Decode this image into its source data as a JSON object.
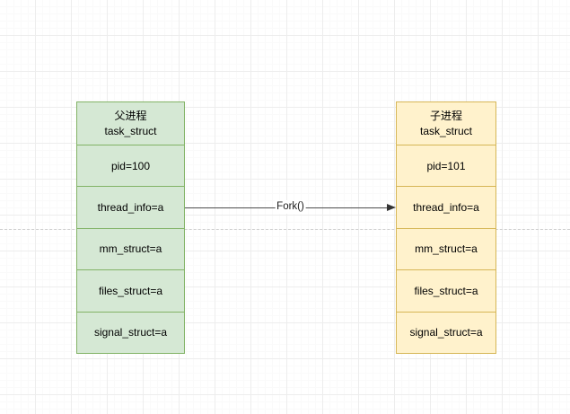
{
  "diagram": {
    "type": "process-fork-diagram",
    "background": {
      "grid_minor_color": "#fafafa",
      "grid_major_color": "#ededed",
      "guide_color": "#cfcfcf"
    },
    "parent_box": {
      "fill": "#d5e8d4",
      "stroke": "#82b366",
      "header": {
        "title_cn": "父进程",
        "title_en": "task_struct"
      },
      "rows": [
        {
          "label": "pid=100"
        },
        {
          "label": "thread_info=a"
        },
        {
          "label": "mm_struct=a"
        },
        {
          "label": "files_struct=a"
        },
        {
          "label": "signal_struct=a"
        }
      ]
    },
    "child_box": {
      "fill": "#fff2cc",
      "stroke": "#d6b656",
      "header": {
        "title_cn": "子进程",
        "title_en": "task_struct"
      },
      "rows": [
        {
          "label": "pid=101"
        },
        {
          "label": "thread_info=a"
        },
        {
          "label": "mm_struct=a"
        },
        {
          "label": "files_struct=a"
        },
        {
          "label": "signal_struct=a"
        }
      ]
    },
    "edge": {
      "label": "Fork()",
      "stroke": "#4d4d4d",
      "direction": "parent-to-child"
    }
  }
}
